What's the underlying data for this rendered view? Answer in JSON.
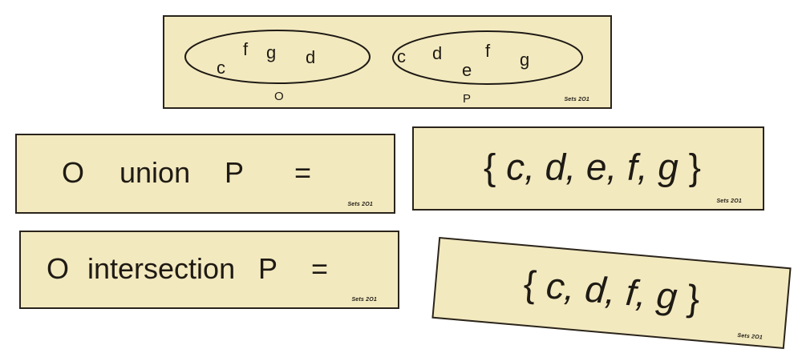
{
  "colors": {
    "card_background": "#f3e9bf",
    "card_border": "#2a241c",
    "text": "#1e1a14"
  },
  "venn_card": {
    "set_o": {
      "label": "O",
      "elements": [
        "c",
        "f",
        "g",
        "d"
      ]
    },
    "set_p": {
      "label": "P",
      "elements": [
        "c",
        "d",
        "e",
        "f",
        "g"
      ]
    },
    "footer": "Sets 2O1"
  },
  "union_card": {
    "left_operand": "O",
    "operator": "union",
    "right_operand": "P",
    "equals": "=",
    "footer": "Sets 2O1"
  },
  "union_result_card": {
    "open_brace": "{",
    "elements_text": " c, d, e, f, g ",
    "close_brace": "}",
    "elements": [
      "c",
      "d",
      "e",
      "f",
      "g"
    ],
    "footer": "Sets 2O1"
  },
  "intersection_card": {
    "left_operand": "O",
    "operator": "intersection",
    "right_operand": "P",
    "equals": "=",
    "footer": "Sets 2O1"
  },
  "intersection_result_card": {
    "open_brace": "{",
    "elements_text": " c, d, f, g ",
    "close_brace": "}",
    "elements": [
      "c",
      "d",
      "f",
      "g"
    ],
    "footer": "Sets 2O1"
  }
}
